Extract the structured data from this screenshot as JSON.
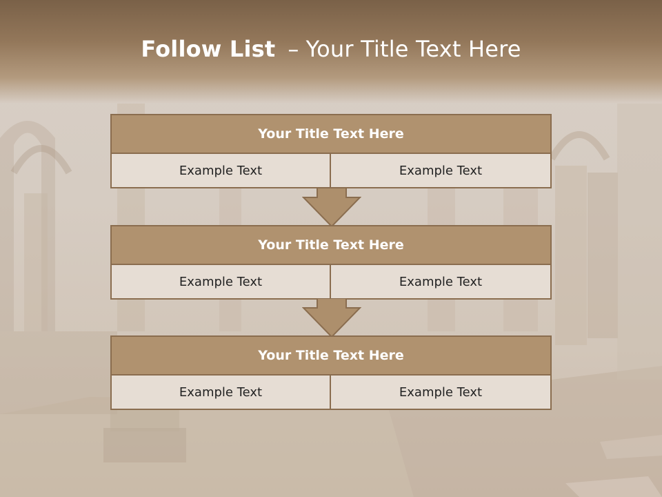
{
  "slide": {
    "title_strong": "Follow List",
    "title_separator": "–",
    "title_rest": "Your Title Text Here"
  },
  "blocks": [
    {
      "title": "Your Title Text Here",
      "cells": [
        "Example Text",
        "Example Text"
      ]
    },
    {
      "title": "Your Title Text Here",
      "cells": [
        "Example Text",
        "Example Text"
      ]
    },
    {
      "title": "Your Title Text Here",
      "cells": [
        "Example Text",
        "Example Text"
      ]
    }
  ],
  "colors": {
    "header_band": "#7a6148",
    "block_title_fill": "#b0926f",
    "block_border": "#8a6d4f",
    "cell_fill": "#e6ddd4",
    "arrow_fill": "#ad8f6c"
  },
  "icons": [
    "down-arrow-icon",
    "down-arrow-icon"
  ]
}
